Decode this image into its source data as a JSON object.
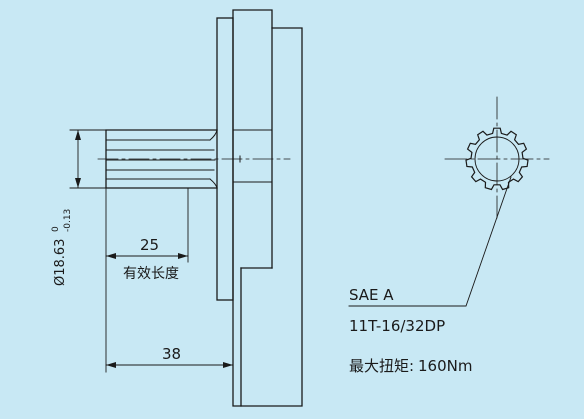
{
  "colors": {
    "background": "#c8e8f4",
    "line": "#1a1a1a"
  },
  "shaft": {
    "diameter_main": "Ø18.63",
    "tolerance_upper": "0",
    "tolerance_lower": "-0.13",
    "effective_length_value": "25",
    "effective_length_label": "有效长度",
    "total_length_value": "38"
  },
  "spline_spec": {
    "standard": "SAE A",
    "teeth": "11T-16/32DP",
    "max_torque_label": "最大扭矩:",
    "max_torque_value": "160Nm"
  }
}
